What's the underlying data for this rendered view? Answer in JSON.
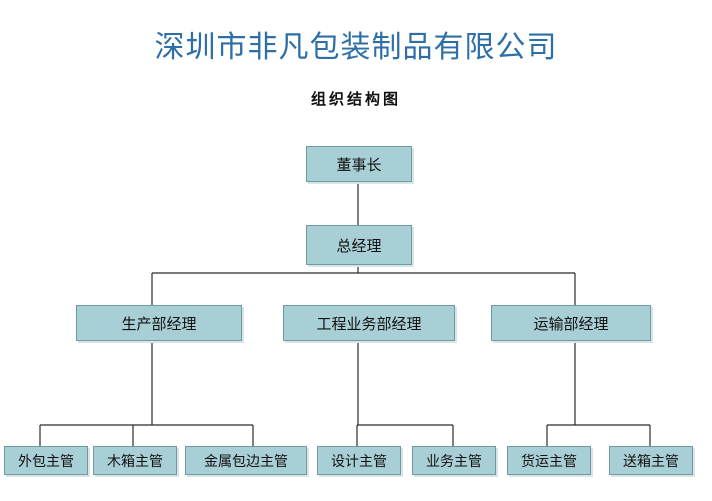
{
  "header": {
    "company_name": "深圳市非凡包装制品有限公司",
    "chart_title": "组织结构图"
  },
  "org": {
    "chairman": "董事长",
    "general_manager": "总经理",
    "departments": [
      {
        "name": "生产部经理",
        "children": [
          "外包主管",
          "木箱主管",
          "金属包边主管"
        ]
      },
      {
        "name": "工程业务部经理",
        "children": [
          "设计主管",
          "业务主管"
        ]
      },
      {
        "name": "运输部经理",
        "children": [
          "货运主管",
          "送箱主管"
        ]
      }
    ]
  },
  "colors": {
    "title": "#2d6fa6",
    "box_fill": "#a9cfd6",
    "box_border": "#6f9aa2",
    "line": "#2a2a2a"
  }
}
